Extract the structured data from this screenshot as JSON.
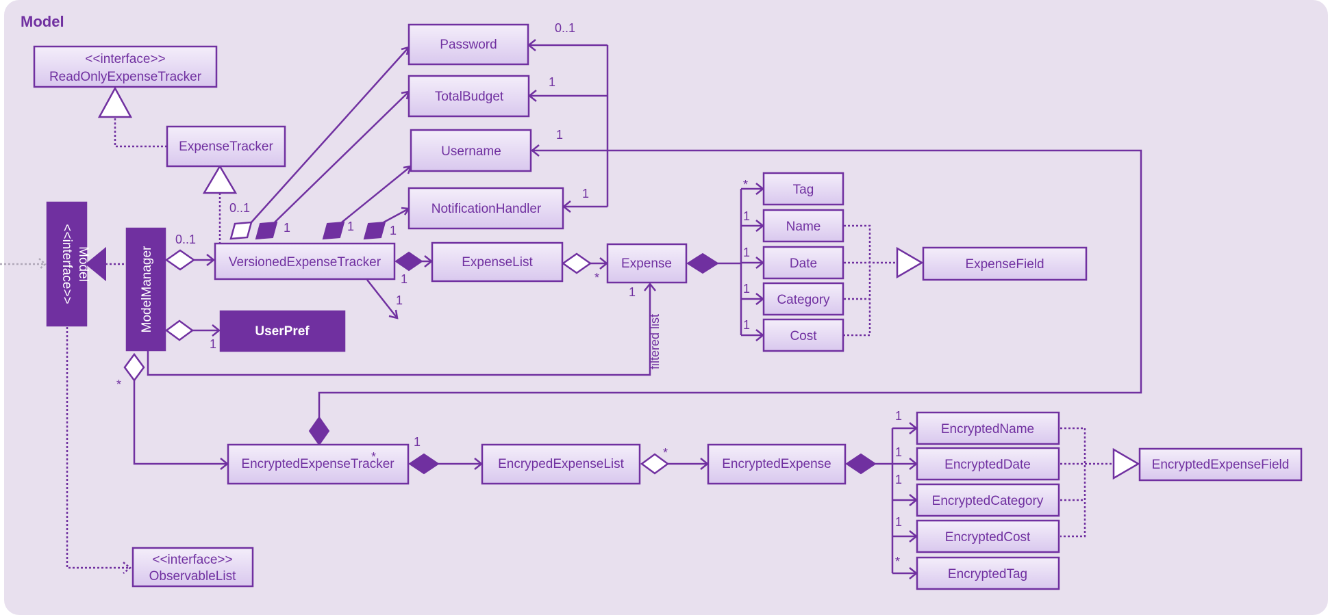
{
  "package": {
    "title": "Model"
  },
  "classes": {
    "read_only_expense_tracker": {
      "stereotype": "<<interface>>",
      "name": "ReadOnlyExpenseTracker"
    },
    "expense_tracker": "ExpenseTracker",
    "model": {
      "stereotype": "<<interface>>",
      "name": "Model"
    },
    "model_manager": "ModelManager",
    "versioned_expense_tracker": "VersionedExpenseTracker",
    "password": "Password",
    "total_budget": "TotalBudget",
    "username": "Username",
    "notification_handler": "NotificationHandler",
    "expense_list": "ExpenseList",
    "expense": "Expense",
    "tag": "Tag",
    "name": "Name",
    "date": "Date",
    "category": "Category",
    "cost": "Cost",
    "expense_field": "ExpenseField",
    "user_pref": "UserPref",
    "encrypted_expense_tracker": "EncryptedExpenseTracker",
    "encrypted_expense_list": "EncrypedExpenseList",
    "encrypted_expense": "EncryptedExpense",
    "encrypted_name": "EncryptedName",
    "encrypted_date": "EncryptedDate",
    "encrypted_category": "EncryptedCategory",
    "encrypted_cost": "EncryptedCost",
    "encrypted_tag": "EncryptedTag",
    "encrypted_expense_field": "EncryptedExpenseField",
    "observable_list": {
      "stereotype": "<<interface>>",
      "name": "ObservableList"
    }
  },
  "multiplicities": {
    "password": "0..1",
    "total_budget": "1",
    "notification_handler": "1",
    "username": "1",
    "tracker_to_password": "0..1",
    "tracker_to_total_budget": "1",
    "tracker_to_username": "1",
    "tracker_to_notification": "1",
    "manager_to_tracker": "0..1",
    "tracker_to_expense_list": "1",
    "tracker_self": "1",
    "manager_to_user_pref": "1",
    "expense_list_to_expense": "*",
    "filtered_expense": "1",
    "tag": "*",
    "name": "1",
    "date": "1",
    "category": "1",
    "cost": "1",
    "manager_to_encrypted": "*",
    "encrypted_tracker_star": "*",
    "encrypted_tracker_to_list": "1",
    "encrypted_list_to_expense": "*",
    "encrypted_name": "1",
    "encrypted_date": "1",
    "encrypted_category": "1",
    "encrypted_cost": "1",
    "encrypted_tag": "*"
  },
  "labels": {
    "filtered_list": "filtered list"
  },
  "colors": {
    "primary": "#7030a0",
    "background": "#e8e0ee",
    "box_top": "#f4eefa",
    "box_bottom": "#d9c8ee"
  }
}
